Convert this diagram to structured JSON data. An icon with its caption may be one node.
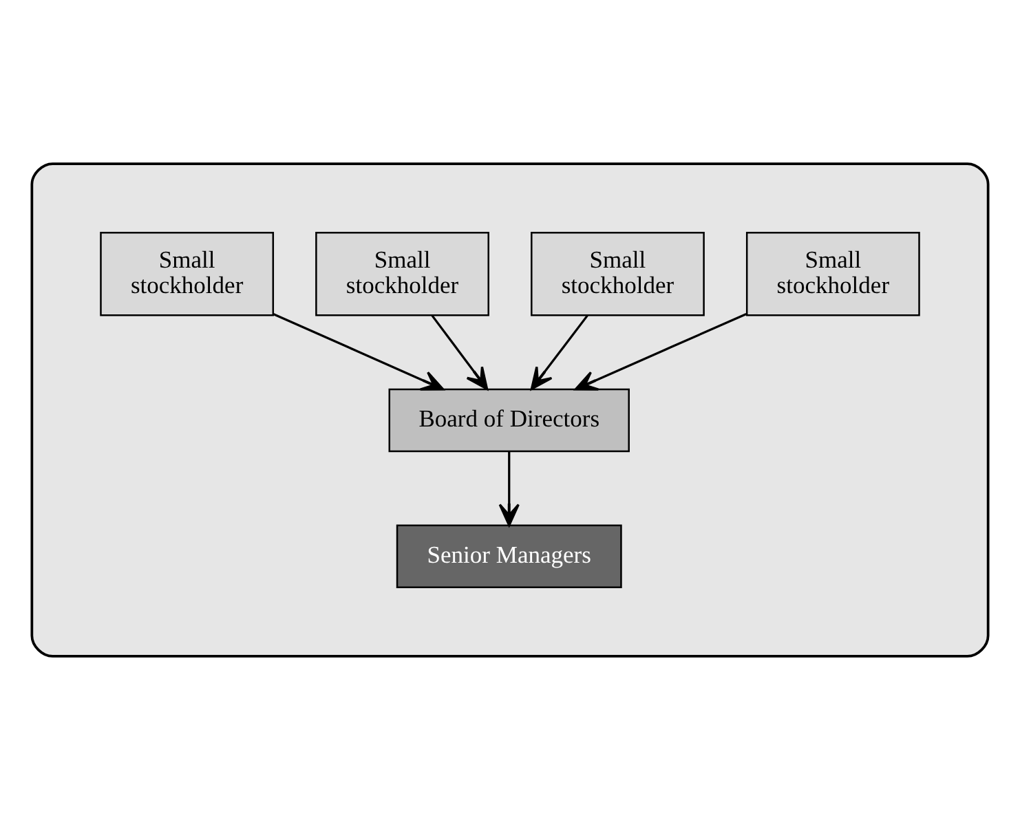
{
  "diagram": {
    "nodes": [
      {
        "text": [],
        "shape": "ellipse"
      },
      {
        "text": [
          "Small stockholder"
        ],
        "in": 0
      },
      {
        "text": [
          "Small stockholder"
        ],
        "in": 0
      },
      {
        "text": [
          "Small stockholder"
        ],
        "in": 0
      },
      {
        "text": [
          "Small stockholder"
        ],
        "in": 0
      },
      {
        "text": [
          "Board of Directors"
        ],
        "in": 0
      },
      {
        "text": [
          "Senior Managers"
        ],
        "in": 0
      }
    ],
    "edges": [
      {
        "from": 1,
        "to": 5,
        "arrow": "to"
      },
      {
        "from": 2,
        "to": 5,
        "arrow": "to"
      },
      {
        "from": 3,
        "to": 5,
        "arrow": "to"
      },
      {
        "from": 4,
        "to": 5,
        "arrow": "to"
      },
      {
        "from": 5,
        "to": 6,
        "arrow": "to"
      }
    ]
  }
}
